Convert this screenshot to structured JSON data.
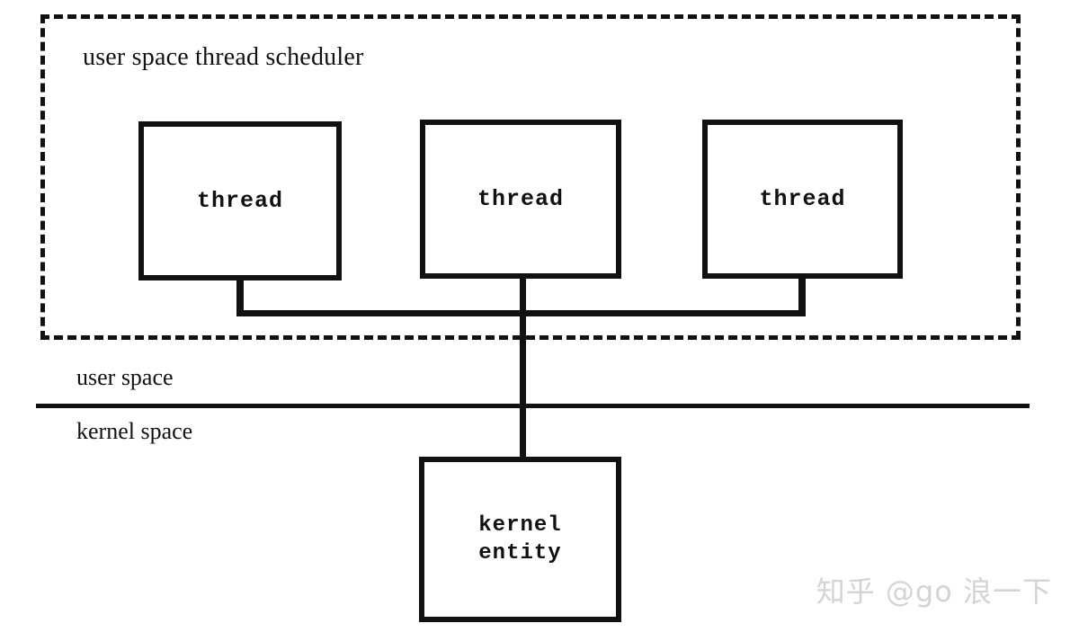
{
  "diagram": {
    "title": "user space thread scheduler",
    "region": {
      "label": "user space thread scheduler",
      "border_style": "dashed",
      "color": "#111111"
    },
    "threads": [
      {
        "label": "thread",
        "id": "thread-1"
      },
      {
        "label": "thread",
        "id": "thread-2"
      },
      {
        "label": "thread",
        "id": "thread-3"
      }
    ],
    "kernel_entity": {
      "label": "kernel\nentity"
    },
    "boundary": {
      "upper_label": "user space",
      "lower_label": "kernel space",
      "color": "#111111"
    },
    "connectors": {
      "description": "three thread boxes join a shared bus which feeds one kernel entity"
    },
    "watermark": "知乎 @go 浪一下",
    "colors": {
      "ink": "#111111",
      "background": "#ffffff",
      "watermark": "#d4d4d4"
    }
  }
}
